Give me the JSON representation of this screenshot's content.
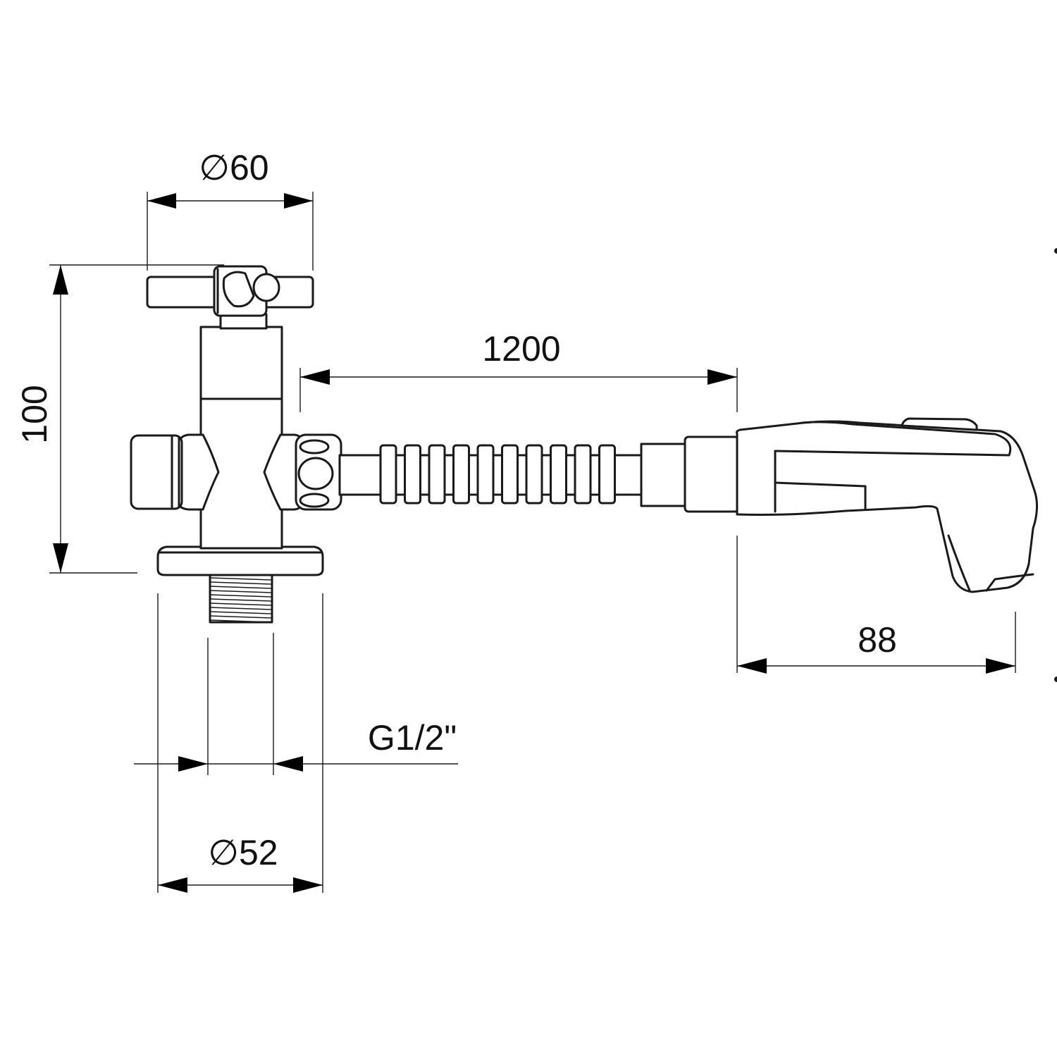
{
  "dimensions": {
    "handle_diameter": "60",
    "height": "100",
    "hose_length": "1200",
    "spray_head_length": "88",
    "thread": "G1/2\"",
    "flange_diameter": "52"
  },
  "diameter_symbol": "∅"
}
